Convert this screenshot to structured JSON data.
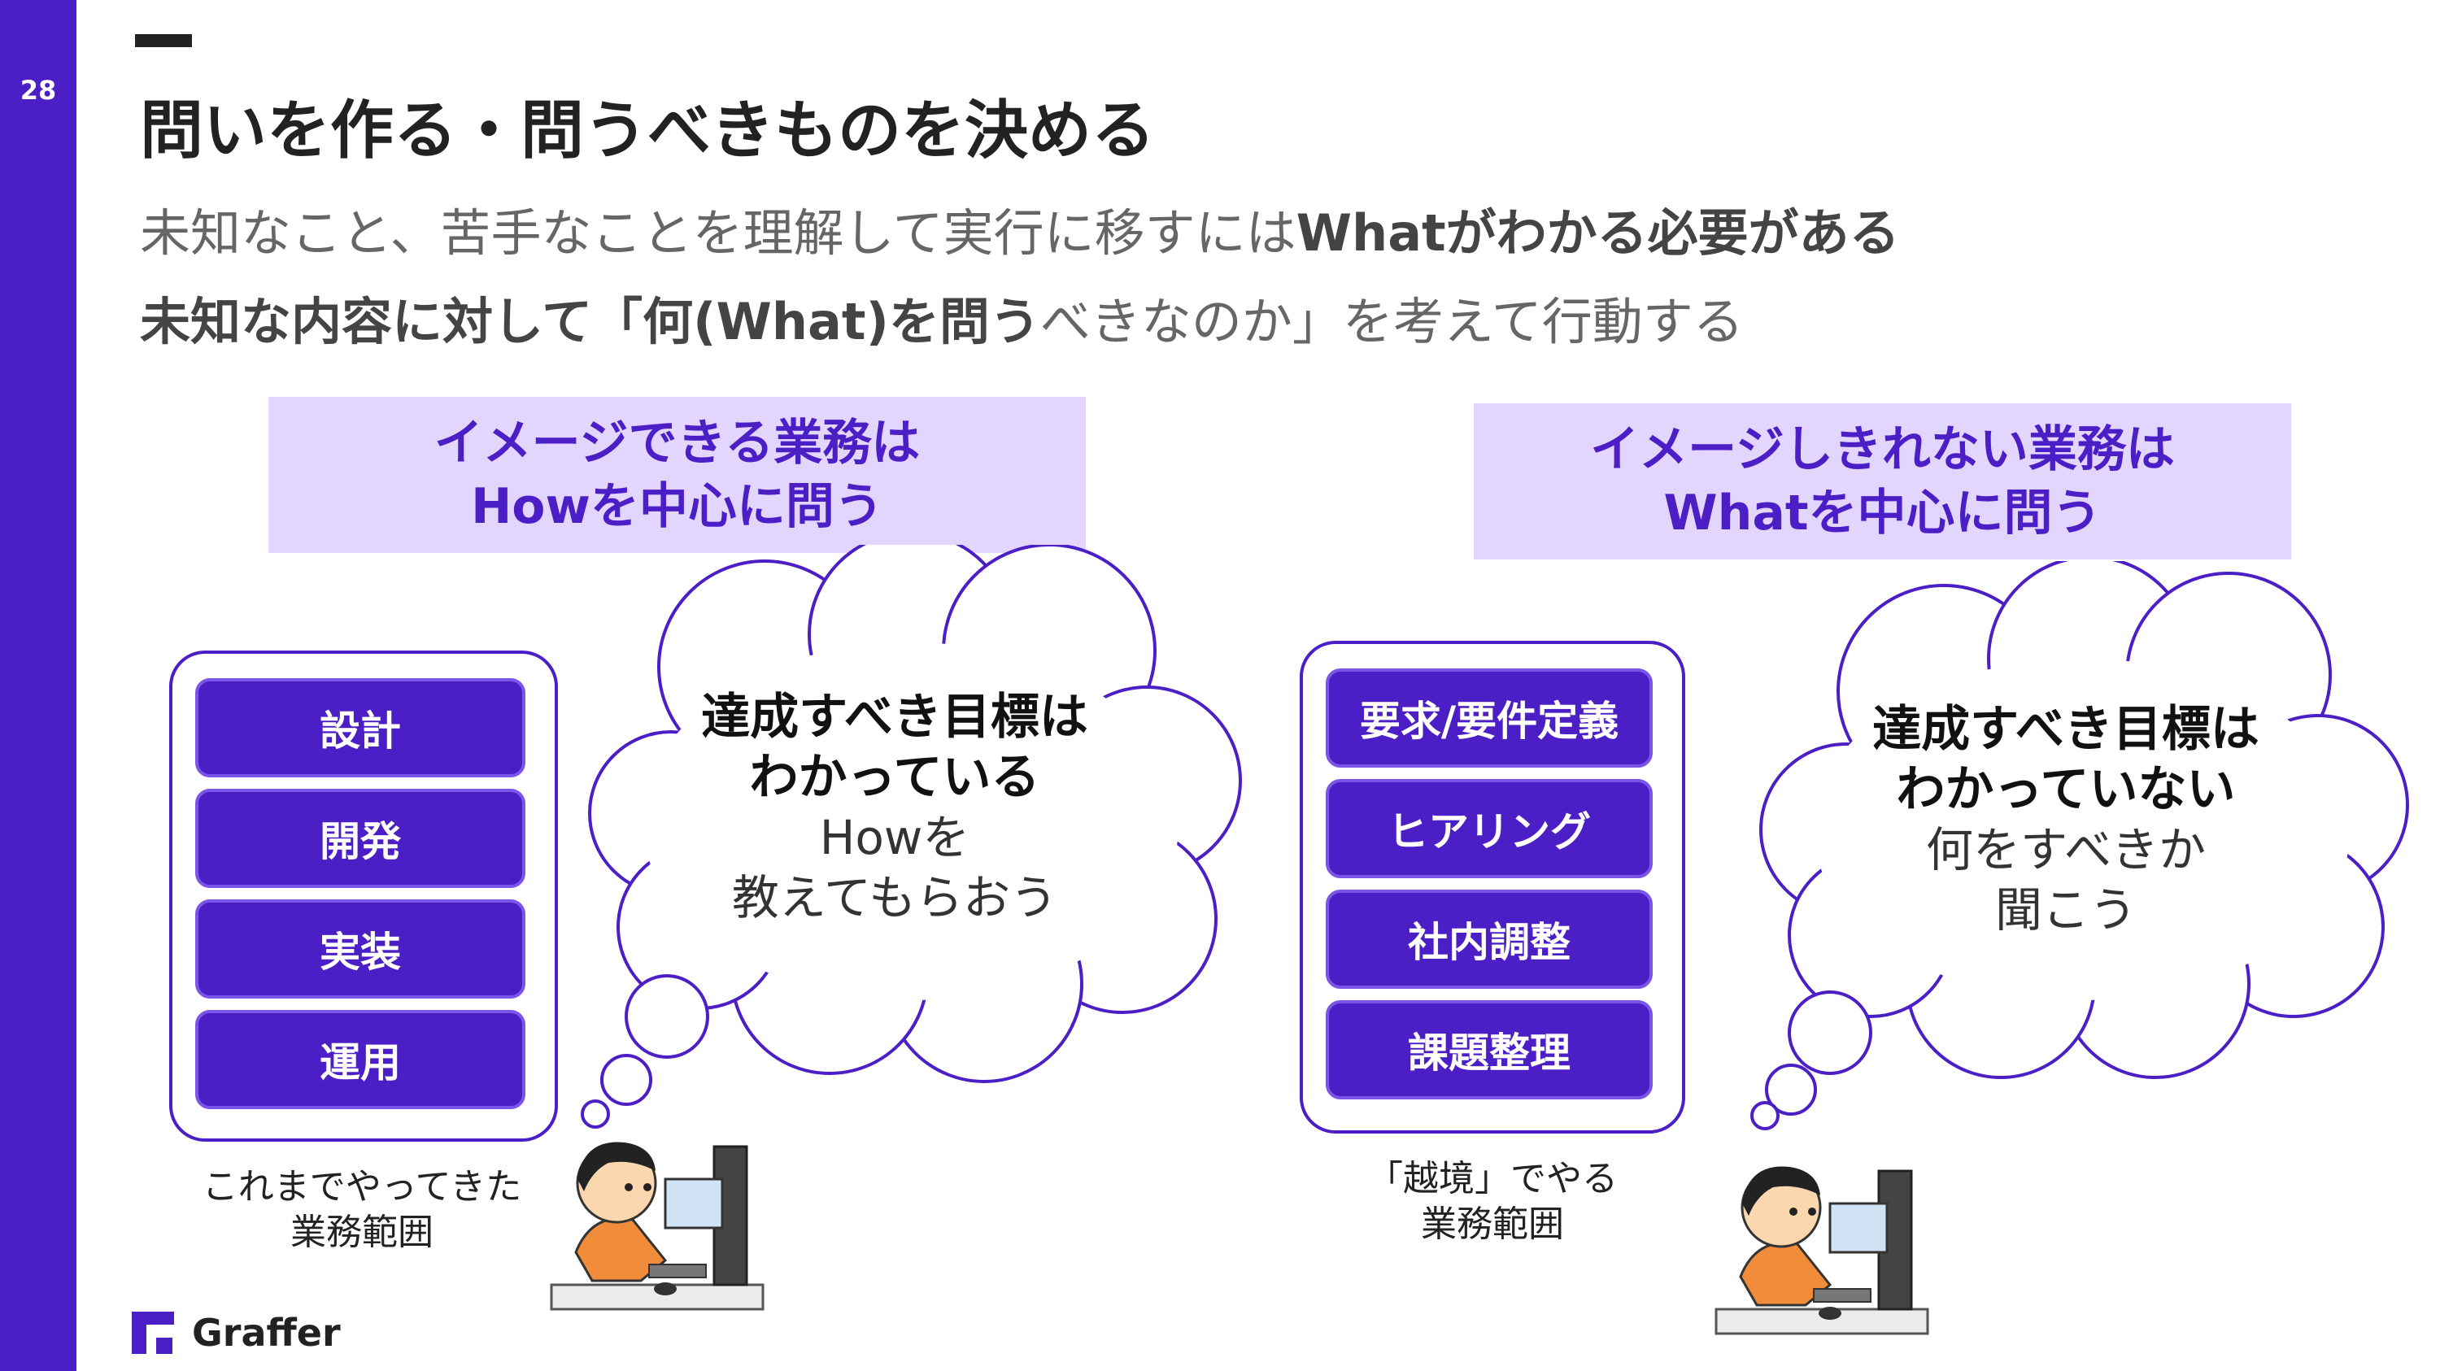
{
  "slide": {
    "page_number": "28",
    "title": "問いを作る・問うべきものを決める",
    "lead_line1_normal": "未知なこと、苦手なことを理解して実行に移すには",
    "lead_line1_bold": "Whatがわかる必要がある",
    "lead_line2_bold": "未知な内容に対して「何(What)を問う",
    "lead_line2_normal": "べきなのか」を考えて行動する"
  },
  "left": {
    "label_line1": "イメージできる業務は",
    "label_line2": "Howを中心に問う",
    "tasks": [
      "設計",
      "開発",
      "実装",
      "運用"
    ],
    "caption_line1": "これまでやってきた",
    "caption_line2": "業務範囲",
    "cloud_bold_line1": "達成すべき目標は",
    "cloud_bold_line2": "わかっている",
    "cloud_line3": "Howを",
    "cloud_line4": "教えてもらおう"
  },
  "right": {
    "label_line1": "イメージしきれない業務は",
    "label_line2": "Whatを中心に問う",
    "tasks": [
      "要求/要件定義",
      "ヒアリング",
      "社内調整",
      "課題整理"
    ],
    "caption_line1": "「越境」でやる",
    "caption_line2": "業務範囲",
    "cloud_bold_line1": "達成すべき目標は",
    "cloud_bold_line2": "わかっていない",
    "cloud_line3": "何をすべきか",
    "cloud_line4": "聞こう"
  },
  "footer": {
    "logo_text": "Graffer"
  },
  "colors": {
    "accent": "#4b1ec6",
    "label_bg": "#e2d6ff"
  }
}
